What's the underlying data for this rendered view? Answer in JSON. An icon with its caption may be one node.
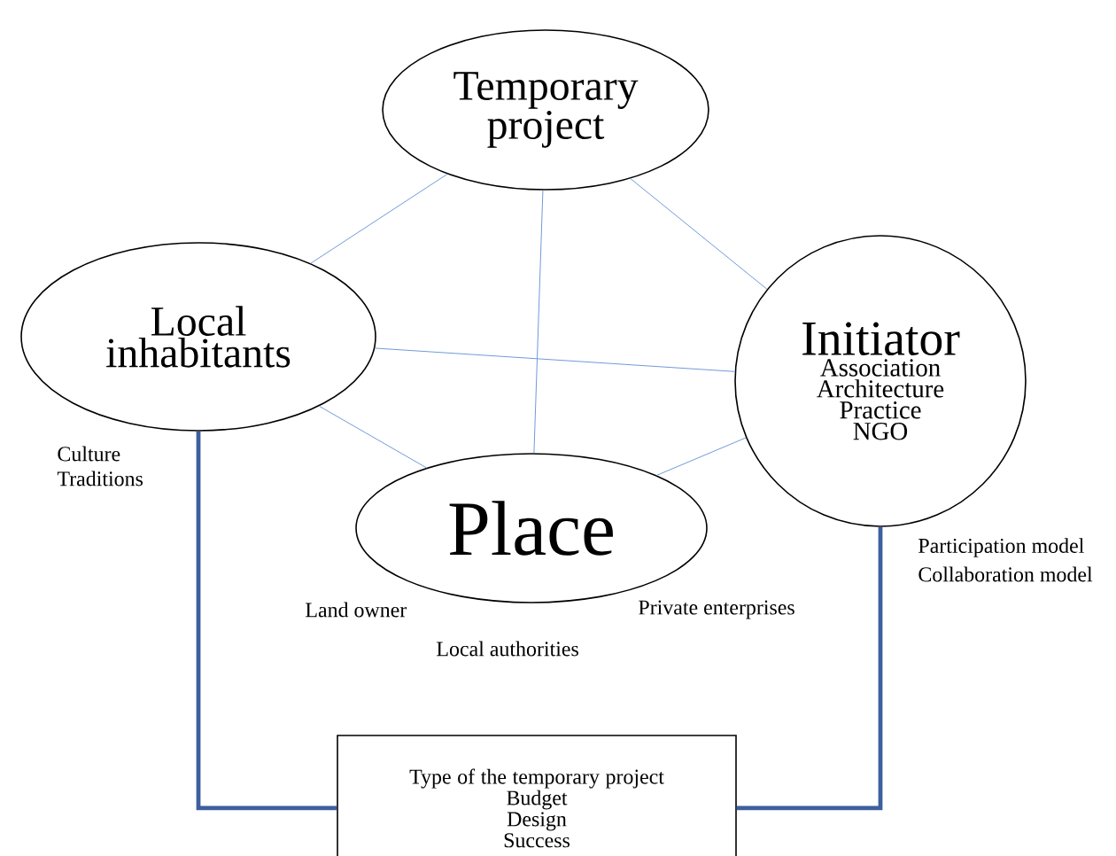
{
  "diagram": {
    "nodes": [
      {
        "text": [
          "Temporary project"
        ]
      },
      {
        "text": [
          "Local inhabitants"
        ],
        "beside": [
          "Culture",
          "Traditions"
        ]
      },
      {
        "text": [
          "Initiator",
          "Association",
          "Architecture Practice",
          "NGO"
        ],
        "beside": [
          "Participation model",
          "Collaboration model"
        ]
      },
      {
        "text": [
          "Place"
        ],
        "beside": [
          "Land owner",
          "Local authorities",
          "Private enterprises"
        ]
      },
      {
        "text": [
          "Type of the temporary project",
          "Budget",
          "Design",
          "Success"
        ]
      }
    ],
    "edges": [
      {
        "from": 0,
        "to": 1,
        "arrow": "none"
      },
      {
        "from": 0,
        "to": 2,
        "arrow": "none"
      },
      {
        "from": 0,
        "to": 3,
        "arrow": "none"
      },
      {
        "from": 1,
        "to": 2,
        "arrow": "none"
      },
      {
        "from": 1,
        "to": 3,
        "arrow": "none"
      },
      {
        "from": 3,
        "to": 2,
        "arrow": "none"
      },
      {
        "from": 1,
        "to": 4,
        "arrow": "none",
        "style": "thick",
        "color": "#3d5f9e"
      },
      {
        "from": 2,
        "to": 4,
        "arrow": "none",
        "style": "thick",
        "color": "#3d5f9e"
      }
    ]
  }
}
